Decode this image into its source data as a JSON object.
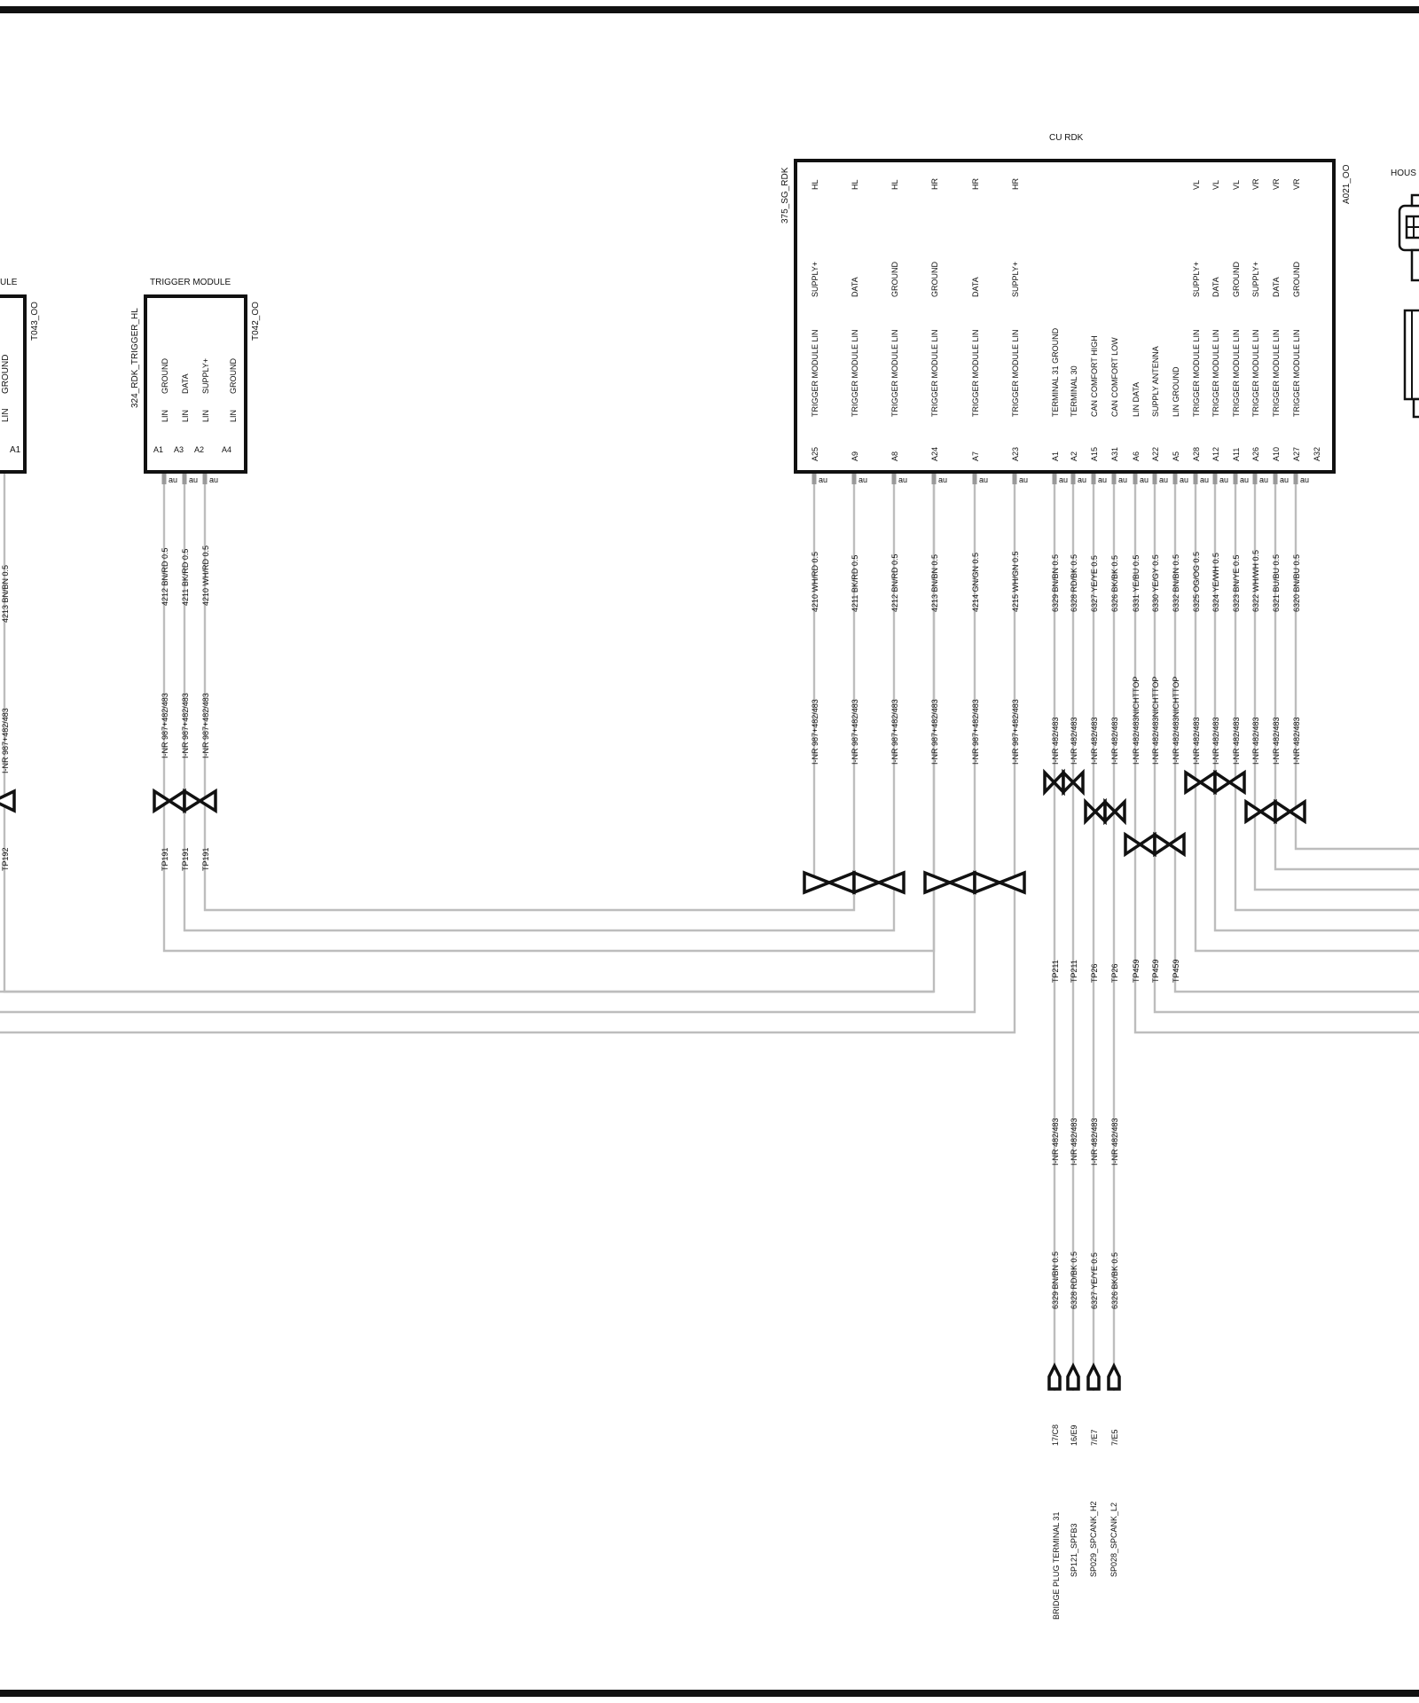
{
  "cu": {
    "title": "CU RDK",
    "code_left": "375_SG_RDK",
    "code_right": "A021_OO",
    "pins": [
      {
        "pin": "A25",
        "desc": "TRIGGER MODULE  LIN",
        "func": "SUPPLY+",
        "loc": "HL",
        "wire": "4210 WH/RD 0.5",
        "inr": "I-NR 987+482/483"
      },
      {
        "pin": "A9",
        "desc": "TRIGGER MODULE  LIN",
        "func": "DATA",
        "loc": "HL",
        "wire": "4211 BK/RD 0.5",
        "inr": "I-NR 987+482/483"
      },
      {
        "pin": "A8",
        "desc": "TRIGGER MODULE  LIN",
        "func": "GROUND",
        "loc": "HL",
        "wire": "4212 BN/RD 0.5",
        "inr": "I-NR 987+482/483"
      },
      {
        "pin": "A24",
        "desc": "TRIGGER MODULE  LIN",
        "func": "GROUND",
        "loc": "HR",
        "wire": "4213 BN/BN 0.5",
        "inr": "I-NR 987+482/483"
      },
      {
        "pin": "A7",
        "desc": "TRIGGER MODULE  LIN",
        "func": "DATA",
        "loc": "HR",
        "wire": "4214 GN/GN 0.5",
        "inr": "I-NR 987+482/483"
      },
      {
        "pin": "A23",
        "desc": "TRIGGER MODULE  LIN",
        "func": "SUPPLY+",
        "loc": "HR",
        "wire": "4215 WH/GN 0.5",
        "inr": "I-NR 987+482/483"
      },
      {
        "pin": "A1",
        "desc": "TERMINAL 31  GROUND",
        "func": "",
        "loc": "",
        "wire": "6329 BN/BN 0.5",
        "inr": "I-NR 482/483"
      },
      {
        "pin": "A2",
        "desc": "TERMINAL 30",
        "func": "",
        "loc": "",
        "wire": "6328 RD/BK 0.5",
        "inr": "I-NR 482/483"
      },
      {
        "pin": "A15",
        "desc": "CAN COMFORT HIGH",
        "func": "",
        "loc": "",
        "wire": "6327 YE/YE 0.5",
        "inr": "I-NR 482/483"
      },
      {
        "pin": "A31",
        "desc": "CAN COMFORT LOW",
        "func": "",
        "loc": "",
        "wire": "6326 BK/BK 0.5",
        "inr": "I-NR 482/483"
      },
      {
        "pin": "A6",
        "desc": "LIN  DATA",
        "func": "",
        "loc": "",
        "wire": "6331 YE/BU 0.5",
        "inr": "I-NR 482/483NICHTTOP"
      },
      {
        "pin": "A22",
        "desc": "SUPPLY  ANTENNA",
        "func": "",
        "loc": "",
        "wire": "6330 YE/GY 0.5",
        "inr": "I-NR 482/483NICHTTOP"
      },
      {
        "pin": "A5",
        "desc": "LIN  GROUND",
        "func": "",
        "loc": "",
        "wire": "6332 BN/BN 0.5",
        "inr": "I-NR 482/483NICHTTOP"
      },
      {
        "pin": "A28",
        "desc": "TRIGGER MODULE  LIN",
        "func": "SUPPLY+",
        "loc": "VL",
        "wire": "6325 OG/OG 0.5",
        "inr": "I-NR 482/483"
      },
      {
        "pin": "A12",
        "desc": "TRIGGER MODULE  LIN",
        "func": "DATA",
        "loc": "VL",
        "wire": "6324 YE/WH 0.5",
        "inr": "I-NR 482/483"
      },
      {
        "pin": "A11",
        "desc": "TRIGGER MODULE  LIN",
        "func": "GROUND",
        "loc": "VL",
        "wire": "6323 BN/YE 0.5",
        "inr": "I-NR 482/483"
      },
      {
        "pin": "A26",
        "desc": "TRIGGER MODULE  LIN",
        "func": "SUPPLY+",
        "loc": "VR",
        "wire": "6322 WH/WH 0.5",
        "inr": "I-NR 482/483"
      },
      {
        "pin": "A10",
        "desc": "TRIGGER MODULE  LIN",
        "func": "DATA",
        "loc": "VR",
        "wire": "6321 BU/BU 0.5",
        "inr": "I-NR 482/483"
      },
      {
        "pin": "A27",
        "desc": "TRIGGER MODULE  LIN",
        "func": "GROUND",
        "loc": "VR",
        "wire": "6320 BN/BU 0.5",
        "inr": "I-NR 482/483"
      },
      {
        "pin": "A32",
        "desc": "",
        "func": "",
        "loc": "",
        "wire": "",
        "inr": ""
      }
    ]
  },
  "trig_hl": {
    "title": "TRIGGER MODULE",
    "code_left": "324_RDK_TRIGGER_HL",
    "code_right": "T042_OO",
    "pins": [
      {
        "pin": "A1",
        "desc": "LIN",
        "func": "GROUND",
        "wire": "4212 BN/RD 0.5",
        "inr": "I-NR 987+482/483",
        "tp": "TP191"
      },
      {
        "pin": "A3",
        "desc": "LIN",
        "func": "DATA",
        "wire": "4211 BK/RD 0.5",
        "inr": "I-NR 987+482/483",
        "tp": "TP191"
      },
      {
        "pin": "A2",
        "desc": "LIN",
        "func": "SUPPLY+",
        "wire": "4210 WH/RD 0.5",
        "inr": "I-NR 987+482/483",
        "tp": "TP191"
      },
      {
        "pin": "A4",
        "desc": "LIN",
        "func": "GROUND",
        "wire": "",
        "inr": "",
        "tp": ""
      }
    ]
  },
  "trig_partial": {
    "title": "ULE",
    "code_right": "T043_OO",
    "pin_desc": "LIN",
    "pin_func": "GROUND",
    "pin": "A1",
    "wire": "4213 BN/BN 0.5",
    "inr": "I-NR 987+482/483",
    "tp": "TP192"
  },
  "housing_label": "HOUS",
  "pin_finish": "au",
  "tp_labels": [
    "TP211",
    "TP211",
    "TP26",
    "TP26",
    "TP459",
    "TP459",
    "TP459"
  ],
  "lower": [
    {
      "inr": "I-NR 482/483",
      "wire": "6329 BN/BN 0.5",
      "ref": "17/C8",
      "dest": "BRIDGE PLUG  TERMINAL 31"
    },
    {
      "inr": "I-NR 482/483",
      "wire": "6328 RD/BK 0.5",
      "ref": "16/E9",
      "dest": "SP121_SPFB3"
    },
    {
      "inr": "I-NR 482/483",
      "wire": "6327 YE/YE 0.5",
      "ref": "7/E7",
      "dest": "SP029_SPCANK_H2"
    },
    {
      "inr": "I-NR 482/483",
      "wire": "6326 BK/BK 0.5",
      "ref": "7/E5",
      "dest": "SP028_SPCANK_L2"
    }
  ]
}
